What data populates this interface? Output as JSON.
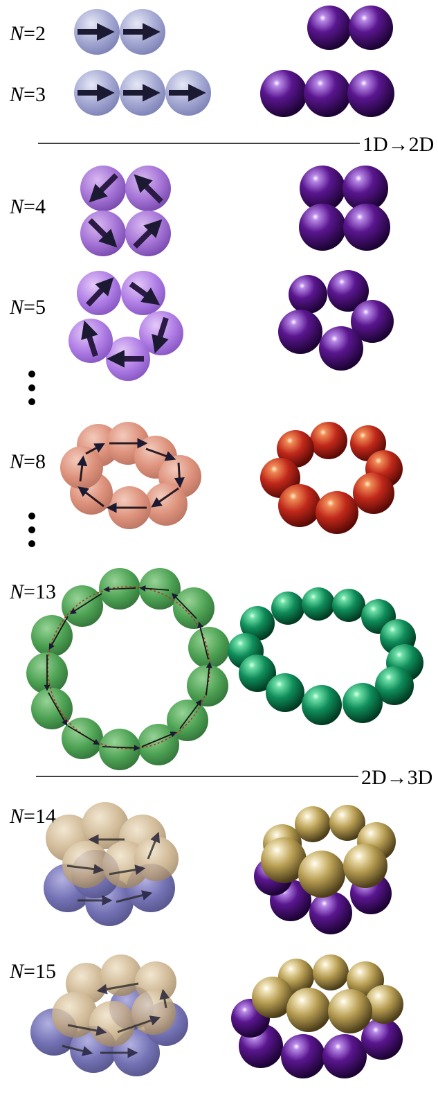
{
  "rows": [
    {
      "n_symbol": "N",
      "eq": "=",
      "n_value": "2"
    },
    {
      "n_symbol": "N",
      "eq": "=",
      "n_value": "3"
    },
    {
      "n_symbol": "N",
      "eq": "=",
      "n_value": "4"
    },
    {
      "n_symbol": "N",
      "eq": "=",
      "n_value": "5"
    },
    {
      "n_symbol": "N",
      "eq": "=",
      "n_value": "8"
    },
    {
      "n_symbol": "N",
      "eq": "=",
      "n_value": "13"
    },
    {
      "n_symbol": "N",
      "eq": "=",
      "n_value": "14"
    },
    {
      "n_symbol": "N",
      "eq": "=",
      "n_value": "15"
    }
  ],
  "separators": [
    {
      "text": "1D→2D"
    },
    {
      "text": "2D→3D"
    }
  ],
  "colors": {
    "grey_blue": "#a4a8d2",
    "violet": "#a574d6",
    "lilac": "#b07ee6",
    "salmon": "#d9836a",
    "green": "#3e9a45",
    "tan": "#c8ad83",
    "slate_blue": "#5c5aa8",
    "photo_purple": "#5a168f",
    "photo_red": "#c0281a",
    "photo_green": "#0f8d5a",
    "photo_gold": "#b79d52",
    "arrow": "#1c1a33"
  }
}
